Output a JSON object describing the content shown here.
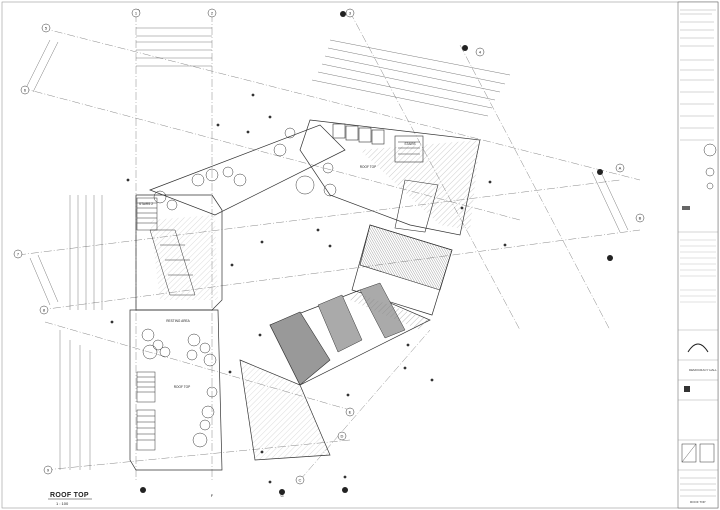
{
  "drawing": {
    "view_title": "ROOF TOP",
    "view_scale": "1 : 100",
    "area_labels": {
      "roof_top": "ROOF TOP",
      "resting_area": "RESTING AREA",
      "roof_top_lower": "ROOF TOP",
      "stairs": "STAIRS",
      "stairs_2": "STAIRS 2"
    },
    "grid_bubbles": [
      "1",
      "2",
      "3",
      "4",
      "5",
      "6",
      "7",
      "8",
      "9",
      "A",
      "B",
      "C",
      "D",
      "E",
      "F",
      "G",
      "H"
    ]
  },
  "title_block": {
    "project_name": "DEMOCRACY HALL",
    "sheet_title": "ROOF TOP"
  },
  "colors": {
    "line": "#333333",
    "hatch": "#9a9a9a",
    "grid": "#777777",
    "paper": "#ffffff"
  }
}
